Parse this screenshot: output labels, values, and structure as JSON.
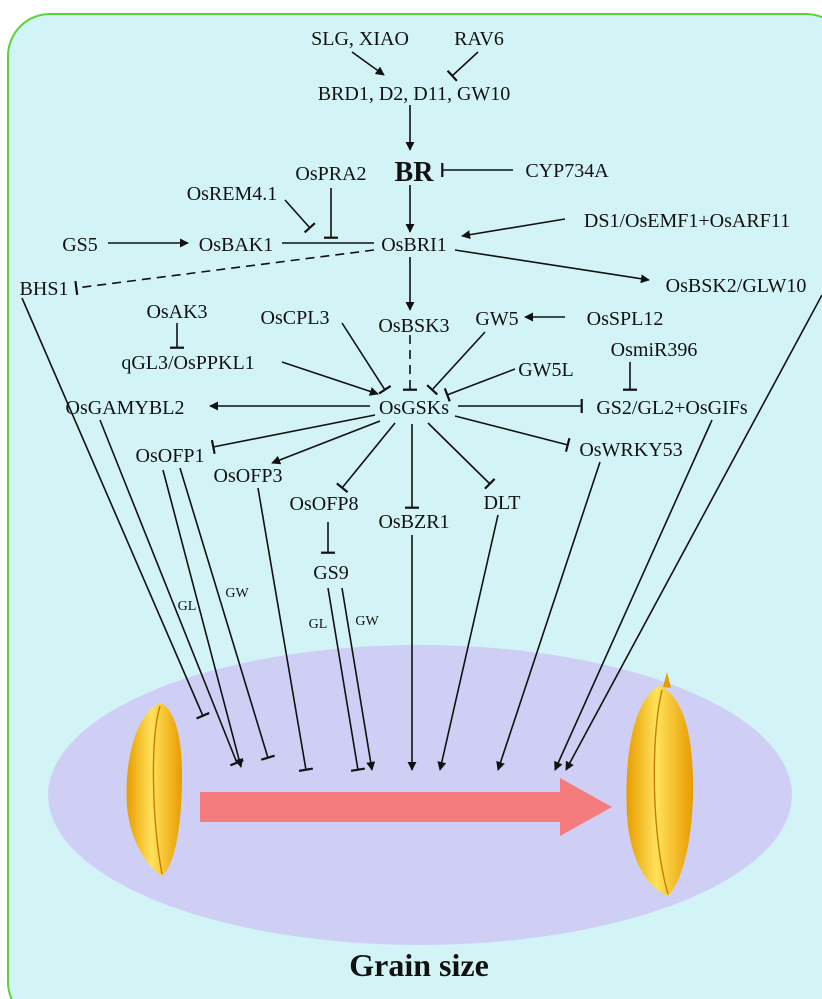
{
  "colors": {
    "panel_fill": "#d3f4f6",
    "panel_border": "#59d335",
    "ellipse_fill": "#cfcff6",
    "arrow_fill": "#f47c7c",
    "grain_light": "#ffe25a",
    "grain_dark": "#e89c00",
    "ink": "#111111"
  },
  "nodes": {
    "slg_xiao": "SLG, XIAO",
    "rav6": "RAV6",
    "brd1": "BRD1, D2, D11, GW10",
    "br": "BR",
    "cyp734a": "CYP734A",
    "ospra2": "OsPRA2",
    "osrem41": "OsREM4.1",
    "ds1": "DS1/OsEMF1+OsARF11",
    "gs5": "GS5",
    "osbak1": "OsBAK1",
    "osbri1": "OsBRI1",
    "bhs1": "BHS1",
    "osbsk2": "OsBSK2/GLW10",
    "osak3": "OsAK3",
    "oscpl3": "OsCPL3",
    "osbsk3": "OsBSK3",
    "gw5": "GW5",
    "osspl12": "OsSPL12",
    "qgl3": "qGL3/OsPPKL1",
    "osmir396": "OsmiR396",
    "gw5l": "GW5L",
    "osgamybl2": "OsGAMYBL2",
    "osgsks": "OsGSKs",
    "gs2": "GS2/GL2+OsGIFs",
    "osofp1": "OsOFP1",
    "oswrky53": "OsWRKY53",
    "osofp3": "OsOFP3",
    "osofp8": "OsOFP8",
    "osbzr1": "OsBZR1",
    "dlt": "DLT",
    "gs9": "GS9"
  },
  "edge_labels": {
    "gl_1": "GL",
    "gw_1": "GW",
    "gl_2": "GL",
    "gw_2": "GW"
  },
  "footer": {
    "title": "Grain size"
  },
  "icons": {
    "grain_left": "rice-grain-icon",
    "grain_right": "rice-grain-icon",
    "growth_arrow": "growth-arrow-icon"
  }
}
